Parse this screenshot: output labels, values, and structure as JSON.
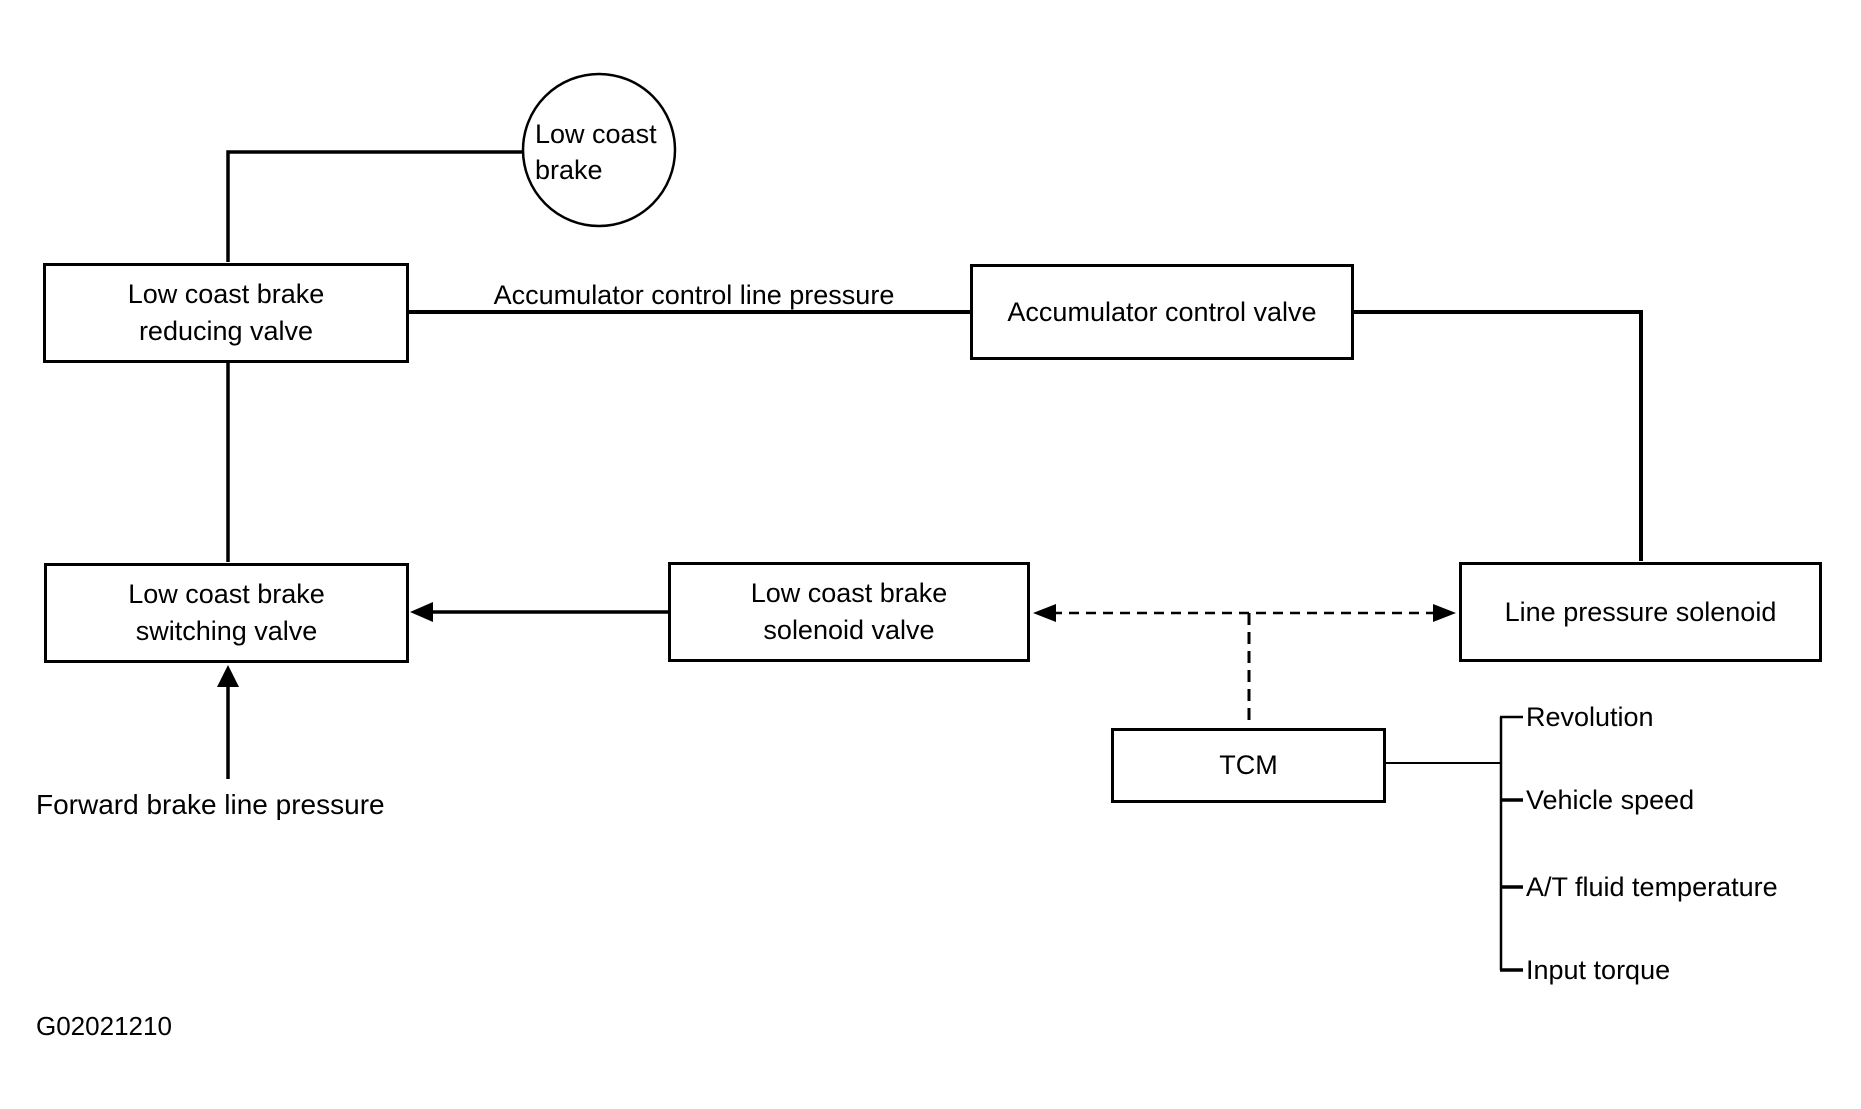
{
  "figure_code": "G02021210",
  "nodes": {
    "low_coast_brake": "Low coast\nbrake",
    "reducing_valve": "Low coast brake\nreducing valve",
    "accumulator_control_valve": "Accumulator control valve",
    "switching_valve": "Low coast brake\nswitching valve",
    "solenoid_valve": "Low coast brake\nsolenoid valve",
    "line_pressure_solenoid": "Line pressure solenoid",
    "tcm": "TCM"
  },
  "line_labels": {
    "accumulator_control_line_pressure": "Accumulator control line pressure",
    "forward_brake_line_pressure": "Forward brake line pressure"
  },
  "tcm_inputs": [
    "Revolution",
    "Vehicle speed",
    "A/T fluid temperature",
    "Input torque"
  ],
  "colors": {
    "stroke": "#000000",
    "background": "#ffffff"
  }
}
